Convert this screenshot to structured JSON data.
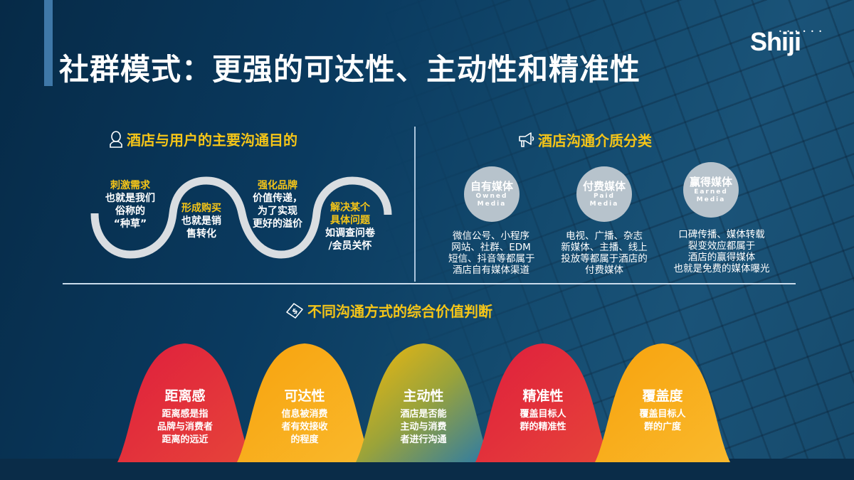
{
  "slide": {
    "title": "社群模式：更强的可达性、主动性和精准性",
    "logo": "Shiji",
    "logo_dots": "• • • • • •"
  },
  "section_purpose": {
    "icon": "user-icon",
    "heading": "酒店与用户的主要沟通目的",
    "steps": [
      {
        "highlight": "刺激需求",
        "lines": [
          "也就是我们",
          "俗称的",
          "“种草”"
        ]
      },
      {
        "highlight": "形成购买",
        "lines": [
          "也就是销",
          "售转化"
        ]
      },
      {
        "highlight": "强化品牌",
        "lines": [
          "价值传递，",
          "为了实现",
          "更好的溢价"
        ]
      },
      {
        "highlight_lines": [
          "解决某个",
          "具体问题"
        ],
        "lines": [
          "如调查问卷",
          "/会员关怀"
        ]
      }
    ]
  },
  "section_media": {
    "icon": "megaphone-icon",
    "heading": "酒店沟通介质分类",
    "items": [
      {
        "cn": "自有媒体",
        "en1": "Owned",
        "en2": "Media",
        "desc": [
          "微信公号、小程序",
          "网站、社群、EDM",
          "短信、抖音等都属于",
          "酒店自有媒体渠道"
        ]
      },
      {
        "cn": "付费媒体",
        "en1": "Paid",
        "en2": "Media",
        "desc": [
          "电视、广播、杂志",
          "新媒体、主播、线上",
          "投放等都属于酒店的",
          "付费媒体"
        ]
      },
      {
        "cn": "赢得媒体",
        "en1": "Earned",
        "en2": "Media",
        "desc": [
          "口碑传播、媒体转载",
          "裂变效应都属于",
          "酒店的赢得媒体",
          "也就是免费的媒体曝光"
        ]
      }
    ]
  },
  "section_value": {
    "icon": "money-icon",
    "heading": "不同沟通方式的综合价值判断",
    "bells": [
      {
        "title": "距离感",
        "body": [
          "距离感是指",
          "品牌与消费者",
          "距离的远近"
        ],
        "color_top": "#e0223a",
        "color_bottom": "#e53a35"
      },
      {
        "title": "可达性",
        "body": [
          "信息被消费",
          "者有效接收",
          "的程度"
        ],
        "color_top": "#f7a512",
        "color_bottom": "#f8b52a"
      },
      {
        "title": "主动性",
        "body": [
          "酒店是否能",
          "主动与消费",
          "者进行沟通"
        ],
        "color_top": "#f2b80f",
        "color_bottom": "#2d7fa6"
      },
      {
        "title": "精准性",
        "body": [
          "覆盖目标人",
          "群的精准性"
        ],
        "color_top": "#e0223a",
        "color_bottom": "#e53a35"
      },
      {
        "title": "覆盖度",
        "body": [
          "覆盖目标人",
          "群的广度"
        ],
        "color_top": "#f7a512",
        "color_bottom": "#f8b52a"
      }
    ]
  },
  "colors": {
    "accent_yellow": "#f5c518",
    "title_bar": "#3f78a8",
    "circle_gray": "#b7c3cc",
    "wave_gray": "#d9dde1"
  }
}
